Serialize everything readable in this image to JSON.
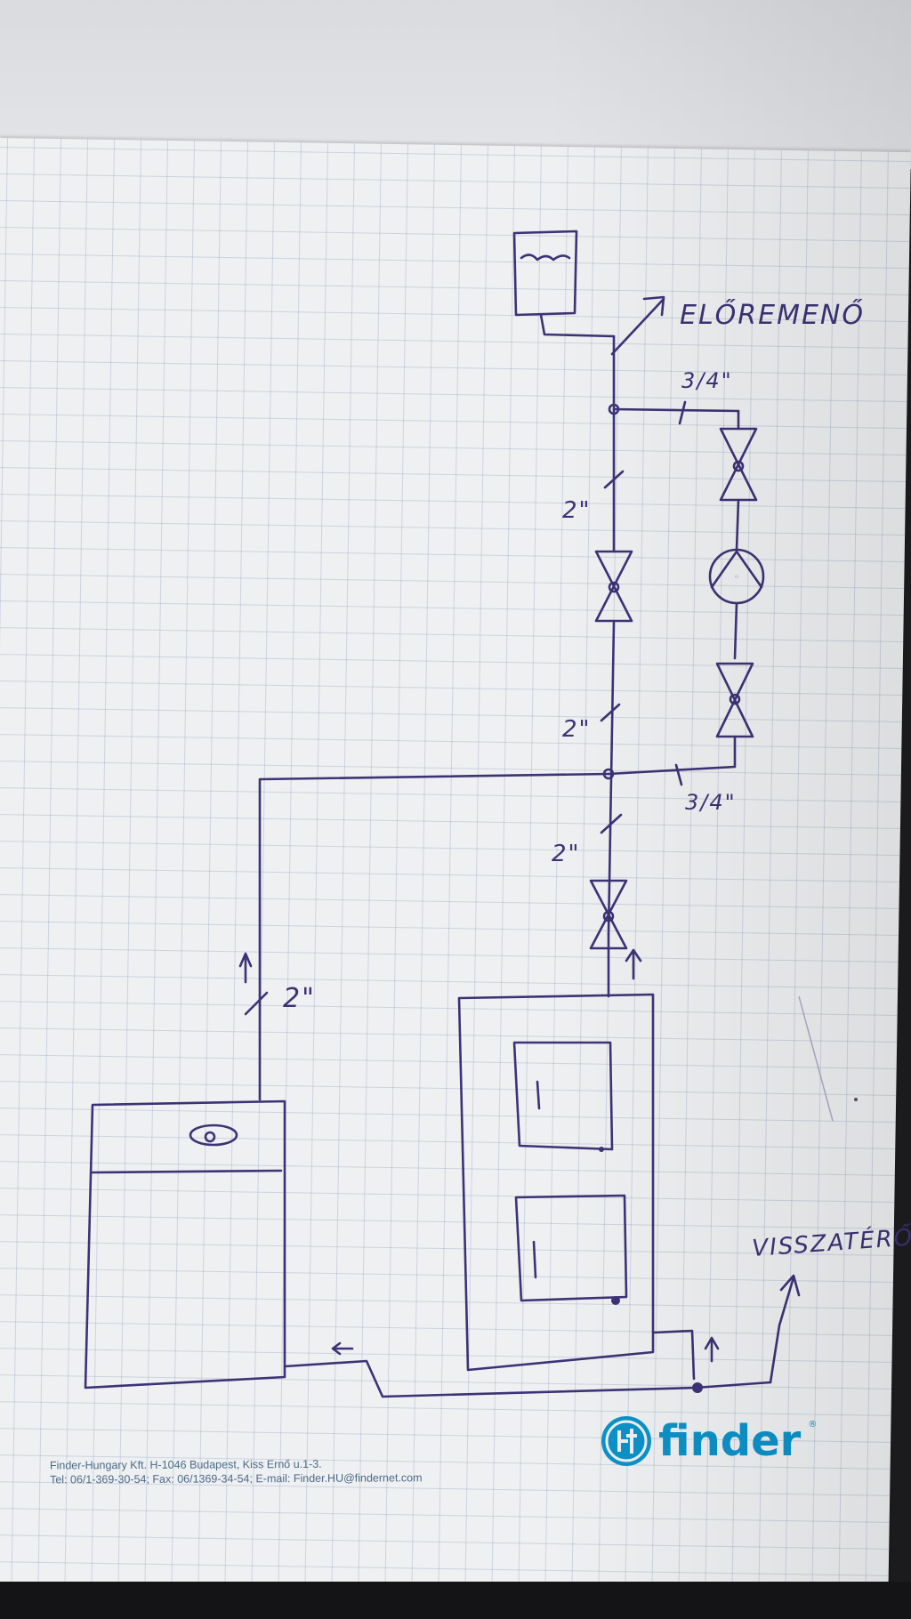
{
  "labels": {
    "supply": "ELŐREMENŐ",
    "return": "VISSZATÉRŐ",
    "size_bypass_top": "3/4\"",
    "size_bypass_bottom": "3/4\"",
    "size_main_upper": "2\"",
    "size_main_mid": "2\"",
    "size_main_lower": "2\"",
    "size_left_pipe": "2\""
  },
  "footer": {
    "company_line": "Finder-Hungary Kft. H-1046 Budapest, Kiss Ernő u.1-3.",
    "contact_line": "Tel: 06/1-369-30-54; Fax: 06/1369-34-54; E-mail: Finder.HU@findernet.com"
  },
  "logo": {
    "text": "finder",
    "reg": "®",
    "color": "#0c92c8"
  },
  "colors": {
    "ink": "#3d3275",
    "paper": "#eef0f2",
    "grid": "#8c9bb5"
  }
}
